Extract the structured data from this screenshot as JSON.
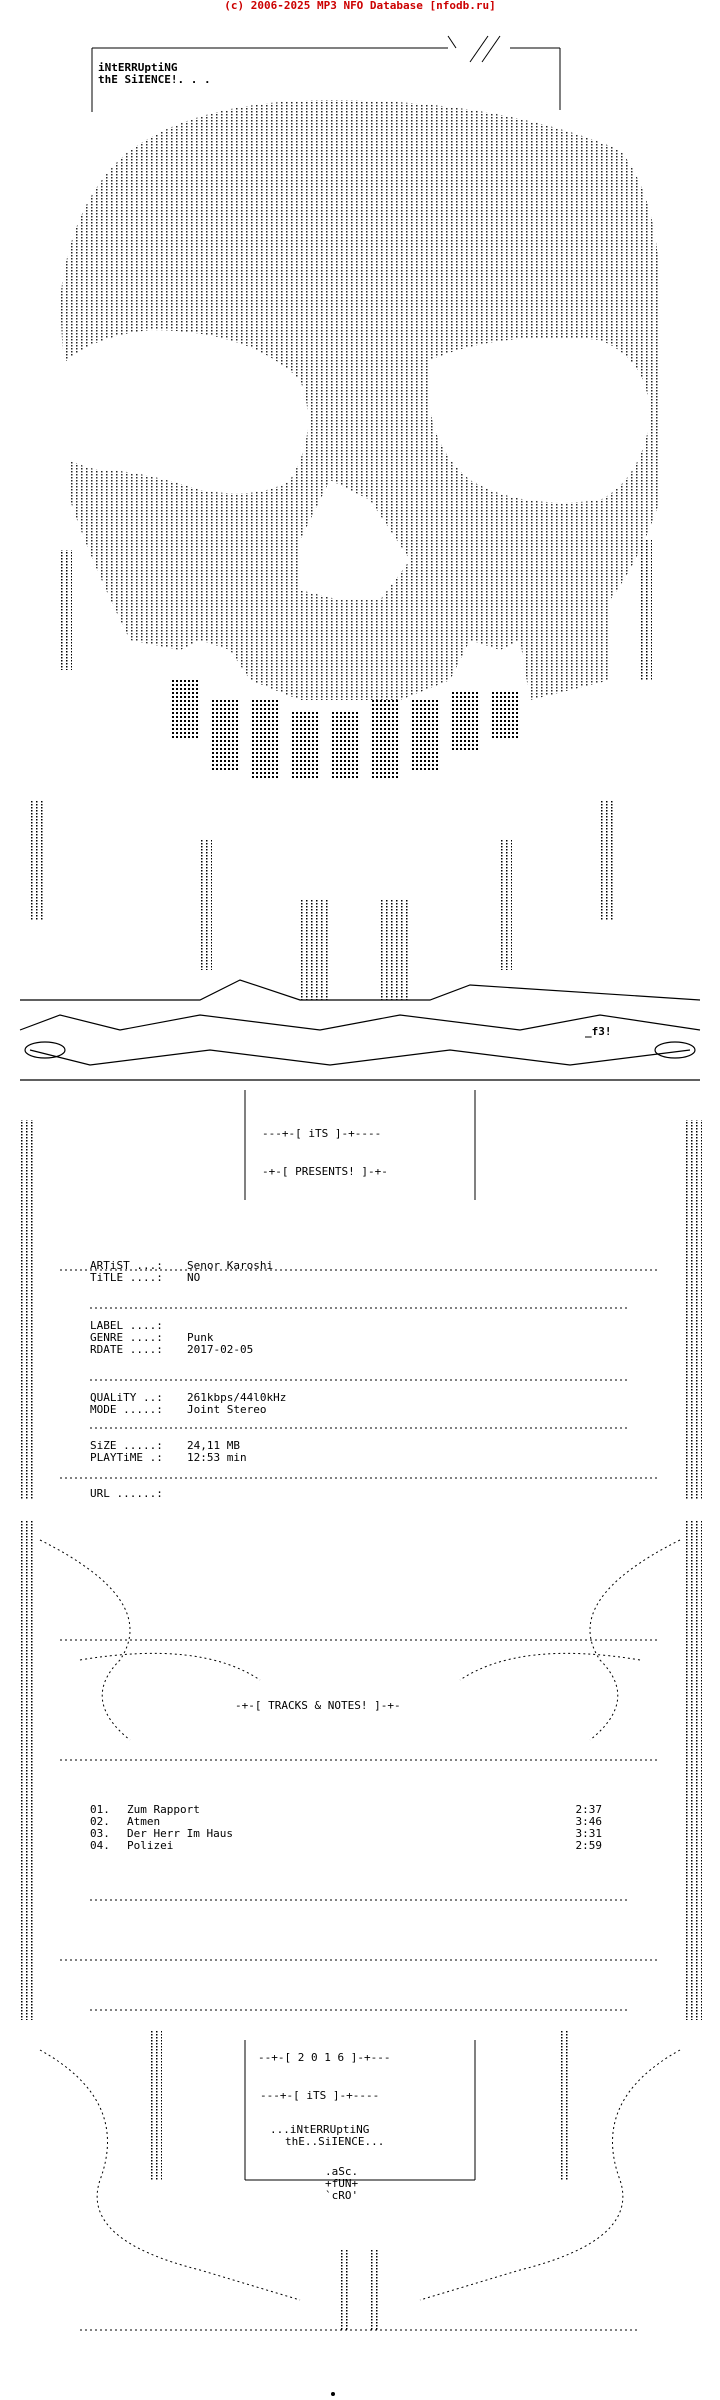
{
  "header": {
    "copyright": "(c) 2006-2025 MP3 NFO Database [nfodb.ru]",
    "link_color": "#cc0000"
  },
  "logo_text": {
    "line1": "iNtERRUptiNG",
    "line2": "thE SiIENCE!. . ."
  },
  "banner_tag": "_f3!",
  "presents": {
    "its": "---+-[ iTS ]-+----",
    "label": "-+-[ PRESENTS! ]-+-"
  },
  "release": {
    "artist_label": "ARTiST ...:",
    "artist": "Senor Karoshi",
    "title_label": "TiTLE ....:",
    "title": "NO",
    "label_label": "LABEL ....:",
    "label": "",
    "genre_label": "GENRE ....:",
    "genre": "Punk",
    "rdate_label": "RDATE ....:",
    "rdate": "2017-02-05",
    "quality_label": "QUALiTY ..:",
    "quality": "261kbps/44l0kHz",
    "mode_label": "MODE .....:",
    "mode": "Joint Stereo",
    "size_label": "SiZE .....:",
    "size": "24,11 MB",
    "playtime_label": "PLAYTiME .:",
    "playtime": "12:53 min",
    "url_label": "URL ......:",
    "url": ""
  },
  "tracks_header": "-+-[ TRACKS & NOTES! ]-+-",
  "tracks": [
    {
      "num": "01.",
      "title": "Zum Rapport",
      "duration": "2:37"
    },
    {
      "num": "02.",
      "title": "Atmen",
      "duration": "3:46"
    },
    {
      "num": "03.",
      "title": "Der Herr Im Haus",
      "duration": "3:31"
    },
    {
      "num": "04.",
      "title": "Polizei",
      "duration": "2:59"
    }
  ],
  "footer": {
    "year": "--+-[ 2 0 1 6 ]-+---",
    "its": "---+-[ iTS ]-+----",
    "slogan1": "...iNtERRUptiNG",
    "slogan2": "thE..SiIENCE...",
    "credit1": ".aSc.",
    "credit2": "+fUN+",
    "credit3": "`cRO'"
  }
}
